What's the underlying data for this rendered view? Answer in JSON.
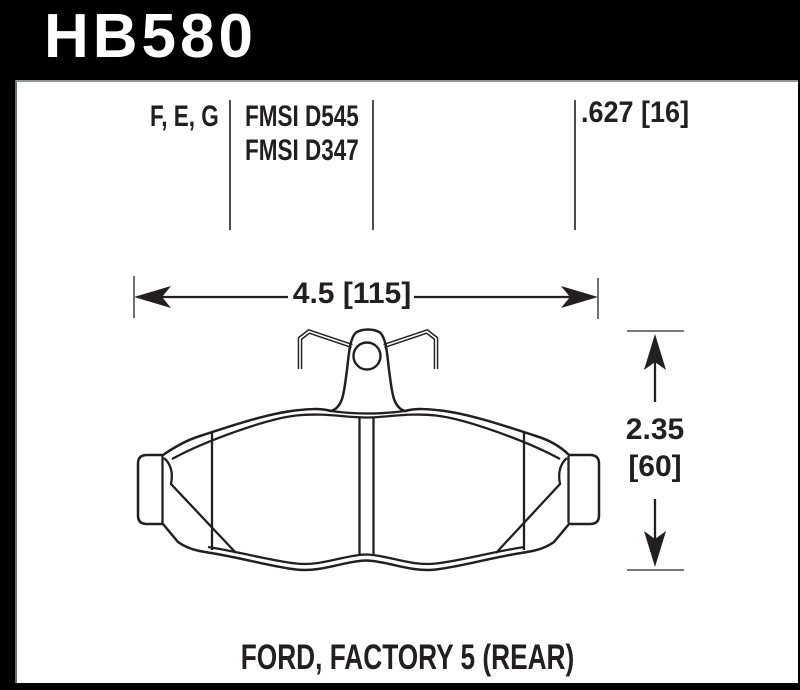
{
  "header": {
    "part_number": "HB580"
  },
  "specs": {
    "compounds": "F, E, G",
    "fmsi": {
      "line1": "FMSI D545",
      "line2": "FMSI D347"
    },
    "thickness": ".627 [16]"
  },
  "dimensions": {
    "width": "4.5 [115]",
    "height_in": "2.35",
    "height_mm": "[60]"
  },
  "footer": {
    "application": "FORD, FACTORY 5 (REAR)"
  },
  "colors": {
    "bar_background": "#000000",
    "header_text": "#ffffff",
    "ink": "#231f20",
    "divider": "#4d4d4f",
    "panel_background": "#ffffff"
  }
}
